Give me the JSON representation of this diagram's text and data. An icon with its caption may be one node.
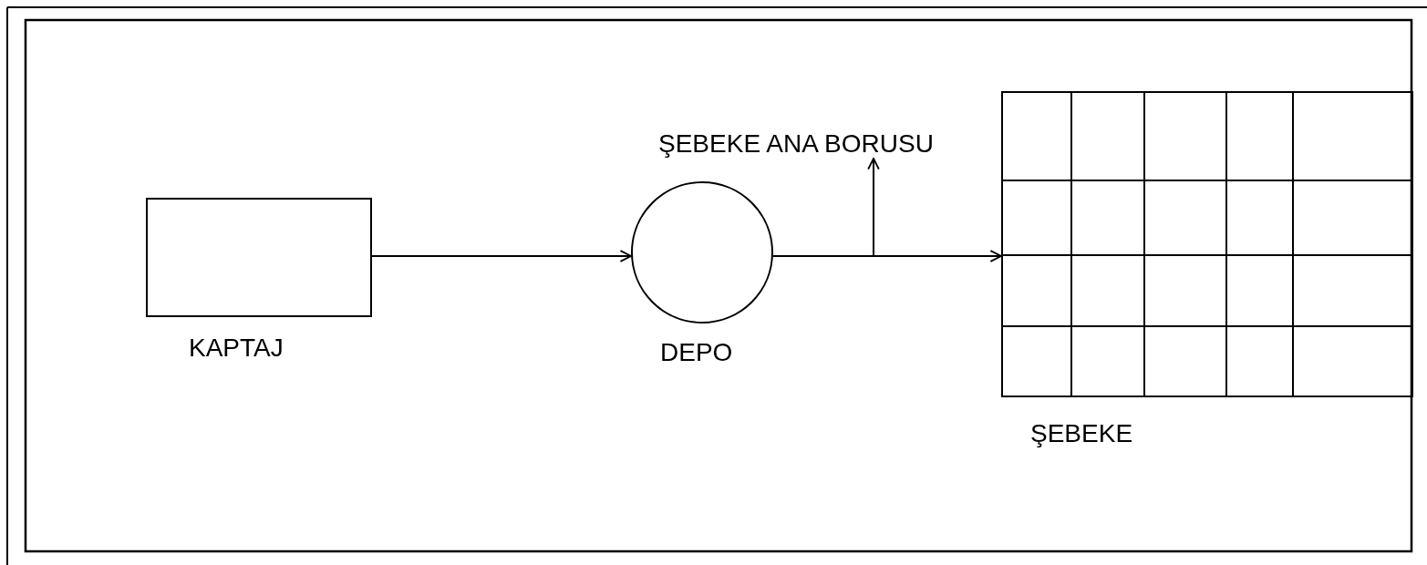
{
  "diagram": {
    "nodes": [
      {
        "text": [
          "KAPTAJ"
        ]
      },
      {
        "text": [
          "DEPO"
        ]
      },
      {
        "text": [
          "ŞEBEKE"
        ]
      },
      {
        "text": [
          "ŞEBEKE ANA BORUSU"
        ]
      }
    ],
    "edges": [
      {
        "from": 0,
        "to": 1,
        "arrow": "to"
      },
      {
        "from": 1,
        "to": 2,
        "arrow": "to"
      },
      {
        "from": null,
        "to": 3,
        "arrow": "to"
      }
    ]
  }
}
